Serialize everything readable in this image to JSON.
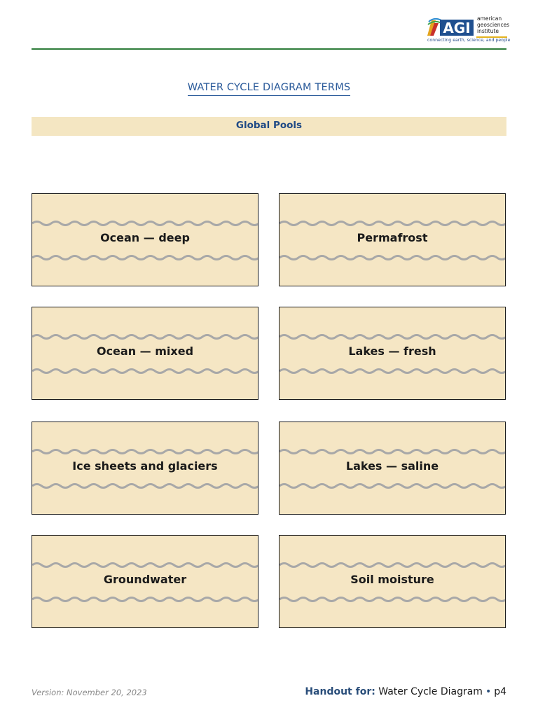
{
  "logo": {
    "mark": "AGI",
    "lines": [
      "american",
      "geosciences",
      "institute"
    ],
    "tagline": "connecting earth, science, and people"
  },
  "title": "WATER CYCLE DIAGRAM TERMS",
  "section": "Global Pools",
  "cards": [
    {
      "label": "Ocean — deep"
    },
    {
      "label": "Permafrost"
    },
    {
      "label": "Ocean — mixed"
    },
    {
      "label": "Lakes — fresh"
    },
    {
      "label": "Ice sheets and glaciers"
    },
    {
      "label": "Lakes — saline"
    },
    {
      "label": "Groundwater"
    },
    {
      "label": "Soil moisture"
    }
  ],
  "footer": {
    "version": "Version: November 20, 2023",
    "handout_prefix": "Handout for:",
    "handout_title": "Water Cycle Diagram",
    "bullet": "•",
    "page": "p4"
  },
  "colors": {
    "accent_blue": "#2a5a9a",
    "rule_green": "#2e7d3a",
    "card_fill": "#f5e6c4",
    "wave_gray": "#a8a8a8"
  }
}
